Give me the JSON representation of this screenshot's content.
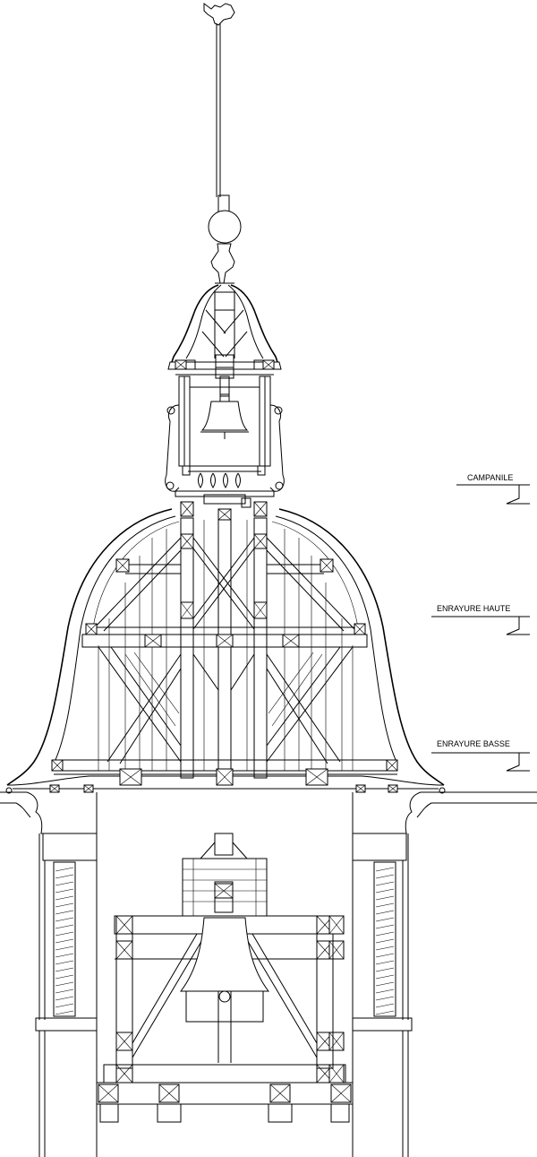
{
  "levels": [
    {
      "label": "CAMPANILE"
    },
    {
      "label": "ENRAYURE HAUTE"
    },
    {
      "label": "ENRAYURE BASSE"
    }
  ],
  "icons": [
    "weathervane-rooster-icon",
    "level-marker-icon",
    "bell-icon"
  ]
}
